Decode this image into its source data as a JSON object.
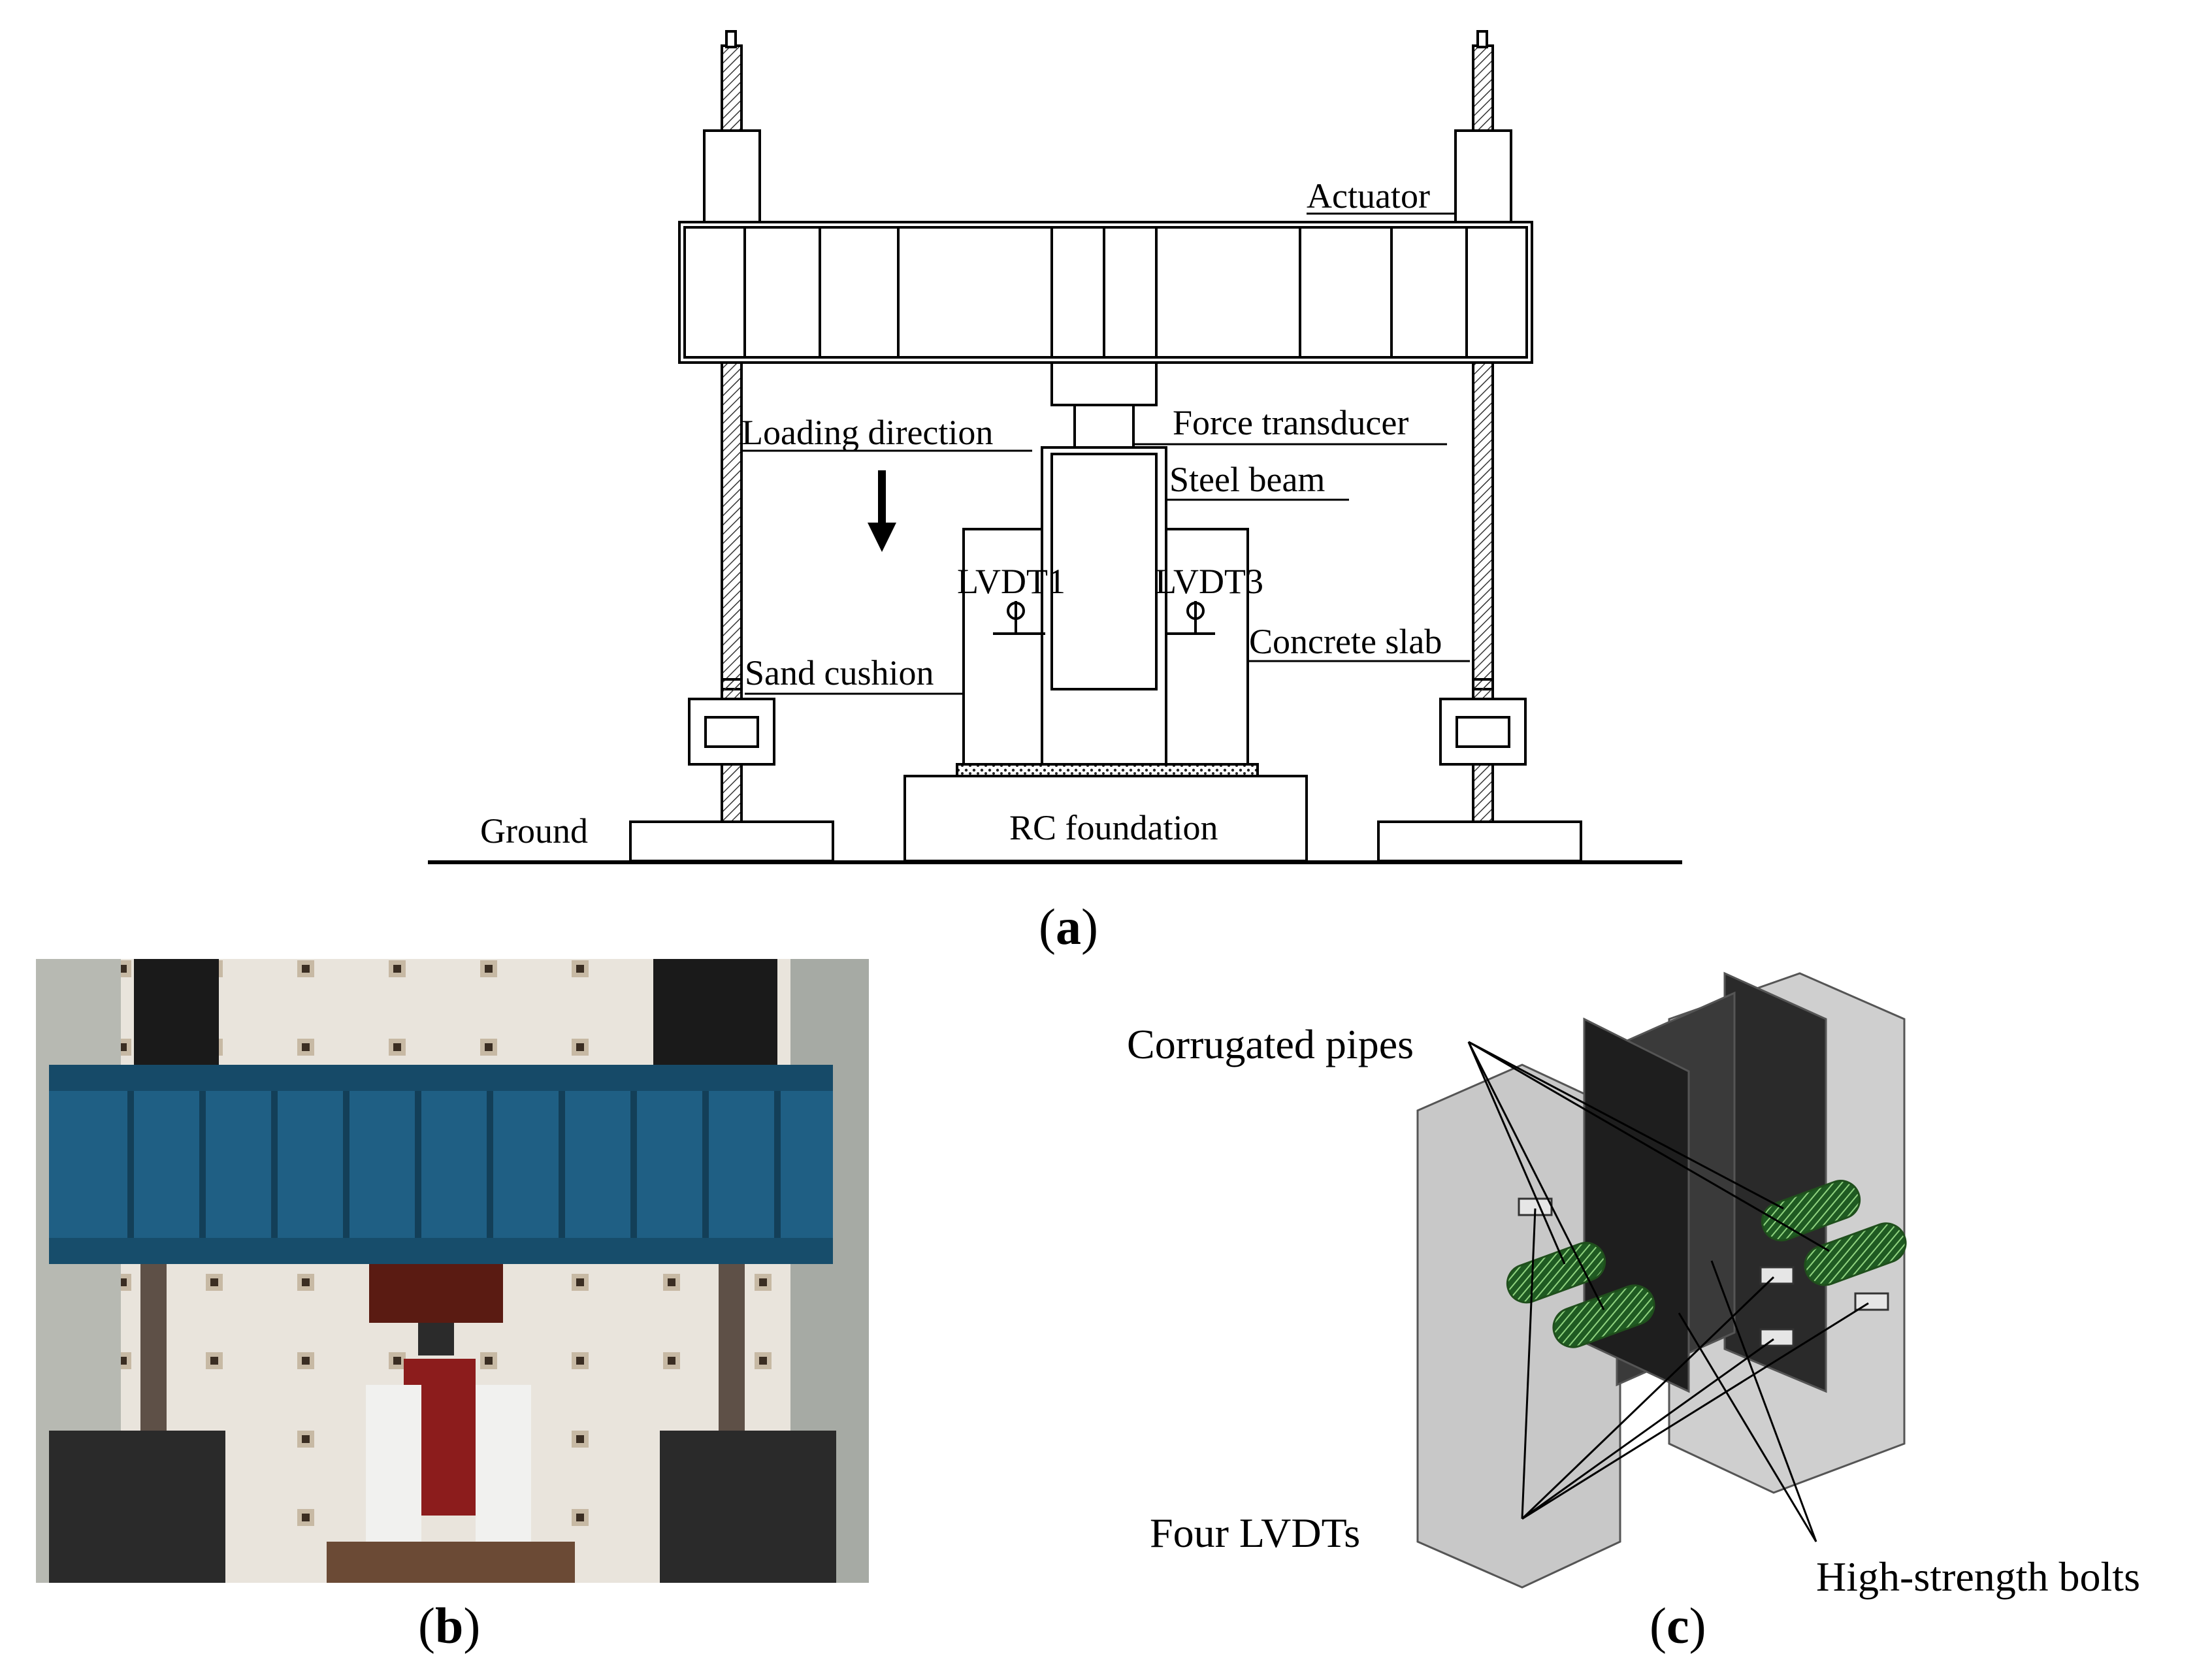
{
  "figure": {
    "panel_a": {
      "labels": {
        "actuator": "Actuator",
        "force_transducer": "Force transducer",
        "loading_direction": "Loading direction",
        "steel_beam": "Steel beam",
        "lvdt1": "LVDT1",
        "lvdt3": "LVDT3",
        "concrete_slab": "Concrete slab",
        "sand_cushion": "Sand cushion",
        "ground": "Ground",
        "rc_foundation": "RC foundation"
      },
      "caption": "a"
    },
    "panel_b": {
      "caption": "b"
    },
    "panel_c": {
      "labels": {
        "corrugated_pipes": "Corrugated pipes",
        "four_lvdts": "Four LVDTs",
        "high_strength_bolts": "High-strength bolts"
      },
      "caption": "c"
    }
  },
  "colors": {
    "line": "#000000",
    "hatch": "#333333",
    "photo_beam": "#1f5f84",
    "photo_wall": "#e9e4dc",
    "steel_dark": "#2a2a2a",
    "concrete_gray": "#c8c8c8",
    "pipe_green": "#3f8f3a"
  }
}
